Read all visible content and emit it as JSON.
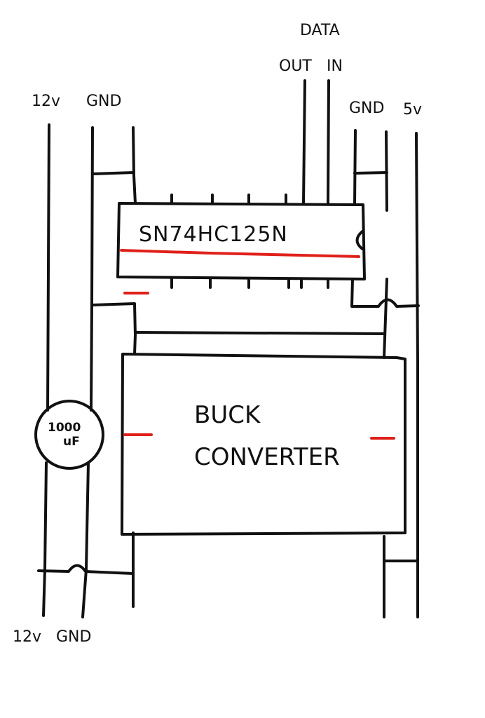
{
  "labels": {
    "data": "DATA",
    "out": "OUT",
    "in": "IN",
    "top_left_12v": "12v",
    "top_left_gnd": "GND",
    "top_right_gnd": "GND",
    "top_right_5v": "5v",
    "bottom_12v": "12v",
    "bottom_gnd": "GND"
  },
  "chip": {
    "name": "SN74HC125N"
  },
  "buck": {
    "line1": "BUCK",
    "line2": "CONVERTER"
  },
  "capacitor": {
    "value_top": "1000",
    "value_bottom": "uF"
  },
  "colors": {
    "ink": "#111111",
    "marker_red": "#e0201a",
    "background": "#ffffff"
  }
}
